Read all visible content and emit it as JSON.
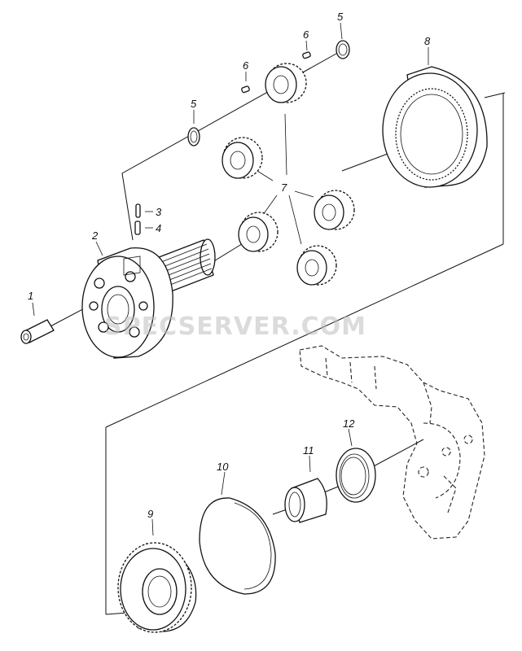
{
  "watermark": "SPECSERVER.COM",
  "callouts": {
    "p1": "1",
    "p2": "2",
    "p3": "3",
    "p4": "4",
    "p5a": "5",
    "p5b": "5",
    "p6a": "6",
    "p6b": "6",
    "p7": "7",
    "p8": "8",
    "p9": "9",
    "p10": "10",
    "p11": "11",
    "p12": "12"
  }
}
